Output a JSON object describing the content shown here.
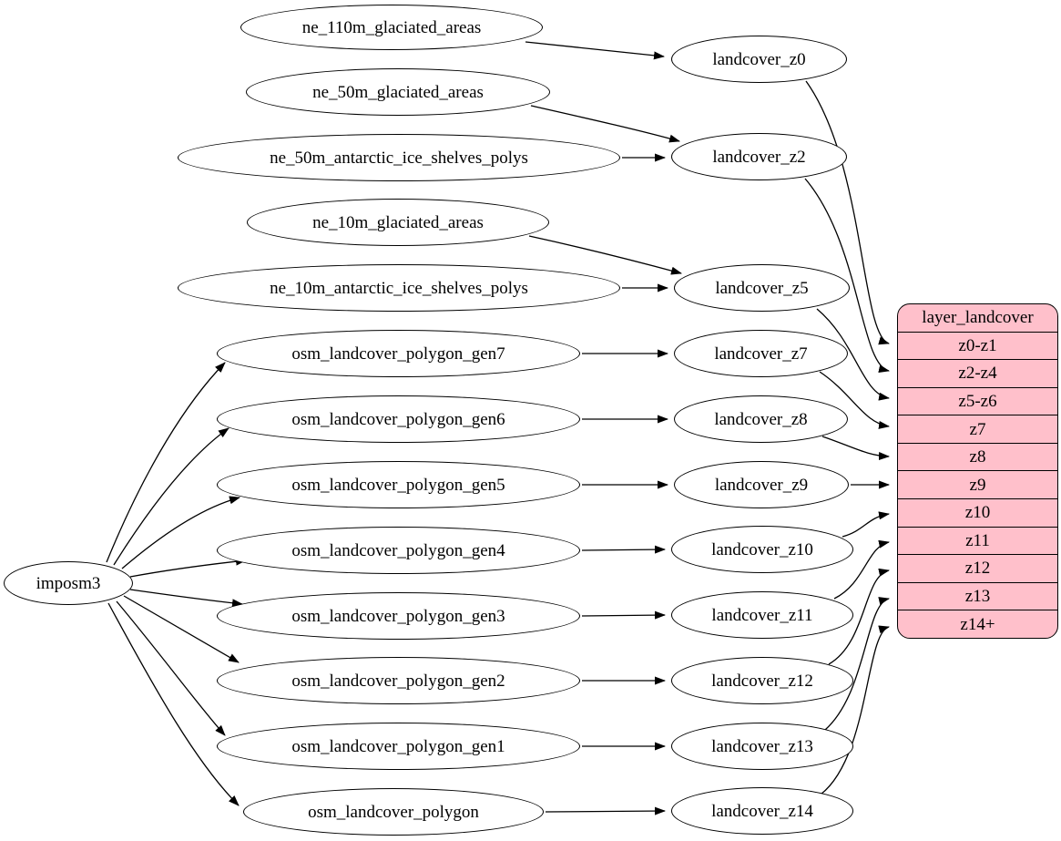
{
  "nodes": {
    "imposm3": "imposm3",
    "ne_110m_glaciated_areas": "ne_110m_glaciated_areas",
    "ne_50m_glaciated_areas": "ne_50m_glaciated_areas",
    "ne_50m_antarctic_ice_shelves_polys": "ne_50m_antarctic_ice_shelves_polys",
    "ne_10m_glaciated_areas": "ne_10m_glaciated_areas",
    "ne_10m_antarctic_ice_shelves_polys": "ne_10m_antarctic_ice_shelves_polys",
    "osm_landcover_polygon_gen7": "osm_landcover_polygon_gen7",
    "osm_landcover_polygon_gen6": "osm_landcover_polygon_gen6",
    "osm_landcover_polygon_gen5": "osm_landcover_polygon_gen5",
    "osm_landcover_polygon_gen4": "osm_landcover_polygon_gen4",
    "osm_landcover_polygon_gen3": "osm_landcover_polygon_gen3",
    "osm_landcover_polygon_gen2": "osm_landcover_polygon_gen2",
    "osm_landcover_polygon_gen1": "osm_landcover_polygon_gen1",
    "osm_landcover_polygon": "osm_landcover_polygon",
    "landcover_z0": "landcover_z0",
    "landcover_z2": "landcover_z2",
    "landcover_z5": "landcover_z5",
    "landcover_z7": "landcover_z7",
    "landcover_z8": "landcover_z8",
    "landcover_z9": "landcover_z9",
    "landcover_z10": "landcover_z10",
    "landcover_z11": "landcover_z11",
    "landcover_z12": "landcover_z12",
    "landcover_z13": "landcover_z13",
    "landcover_z14": "landcover_z14"
  },
  "record": {
    "title": "layer_landcover",
    "rows": [
      "z0-z1",
      "z2-z4",
      "z5-z6",
      "z7",
      "z8",
      "z9",
      "z10",
      "z11",
      "z12",
      "z13",
      "z14+"
    ]
  },
  "edges": [
    [
      "imposm3",
      "osm_landcover_polygon_gen7"
    ],
    [
      "imposm3",
      "osm_landcover_polygon_gen6"
    ],
    [
      "imposm3",
      "osm_landcover_polygon_gen5"
    ],
    [
      "imposm3",
      "osm_landcover_polygon_gen4"
    ],
    [
      "imposm3",
      "osm_landcover_polygon_gen3"
    ],
    [
      "imposm3",
      "osm_landcover_polygon_gen2"
    ],
    [
      "imposm3",
      "osm_landcover_polygon_gen1"
    ],
    [
      "imposm3",
      "osm_landcover_polygon"
    ],
    [
      "ne_110m_glaciated_areas",
      "landcover_z0"
    ],
    [
      "ne_50m_glaciated_areas",
      "landcover_z2"
    ],
    [
      "ne_50m_antarctic_ice_shelves_polys",
      "landcover_z2"
    ],
    [
      "ne_10m_glaciated_areas",
      "landcover_z5"
    ],
    [
      "ne_10m_antarctic_ice_shelves_polys",
      "landcover_z5"
    ],
    [
      "osm_landcover_polygon_gen7",
      "landcover_z7"
    ],
    [
      "osm_landcover_polygon_gen6",
      "landcover_z8"
    ],
    [
      "osm_landcover_polygon_gen5",
      "landcover_z9"
    ],
    [
      "osm_landcover_polygon_gen4",
      "landcover_z10"
    ],
    [
      "osm_landcover_polygon_gen3",
      "landcover_z11"
    ],
    [
      "osm_landcover_polygon_gen2",
      "landcover_z12"
    ],
    [
      "osm_landcover_polygon_gen1",
      "landcover_z13"
    ],
    [
      "osm_landcover_polygon",
      "landcover_z14"
    ],
    [
      "landcover_z0",
      "layer_landcover:z0-z1"
    ],
    [
      "landcover_z2",
      "layer_landcover:z2-z4"
    ],
    [
      "landcover_z5",
      "layer_landcover:z5-z6"
    ],
    [
      "landcover_z7",
      "layer_landcover:z7"
    ],
    [
      "landcover_z8",
      "layer_landcover:z8"
    ],
    [
      "landcover_z9",
      "layer_landcover:z9"
    ],
    [
      "landcover_z10",
      "layer_landcover:z10"
    ],
    [
      "landcover_z11",
      "layer_landcover:z11"
    ],
    [
      "landcover_z12",
      "layer_landcover:z12"
    ],
    [
      "landcover_z13",
      "layer_landcover:z13"
    ],
    [
      "landcover_z14",
      "layer_landcover:z14+"
    ]
  ],
  "colors": {
    "record_fill": "#ffc0cb",
    "node_fill": "#ffffff",
    "stroke": "#000000",
    "text": "#000000"
  }
}
